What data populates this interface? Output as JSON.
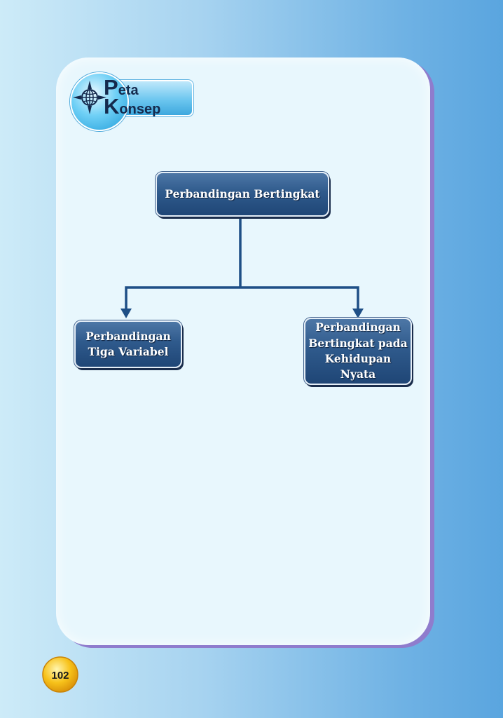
{
  "logo": {
    "line1_cap": "P",
    "line1_rest": "eta",
    "line2_cap": "K",
    "line2_rest": "onsep",
    "icon": "globe-compass-icon"
  },
  "concept_map": {
    "root": "Perbandingan Bertingkat",
    "children": [
      "Perbandingan\nTiga Variabel",
      "Perbandingan\nBertingkat pada\nKehidupan Nyata"
    ]
  },
  "page_number": "102",
  "colors": {
    "box": "#2f5a8c",
    "arrow": "#1e4f86",
    "panel": "#e8f7fd",
    "badge": "#f7c21a"
  }
}
